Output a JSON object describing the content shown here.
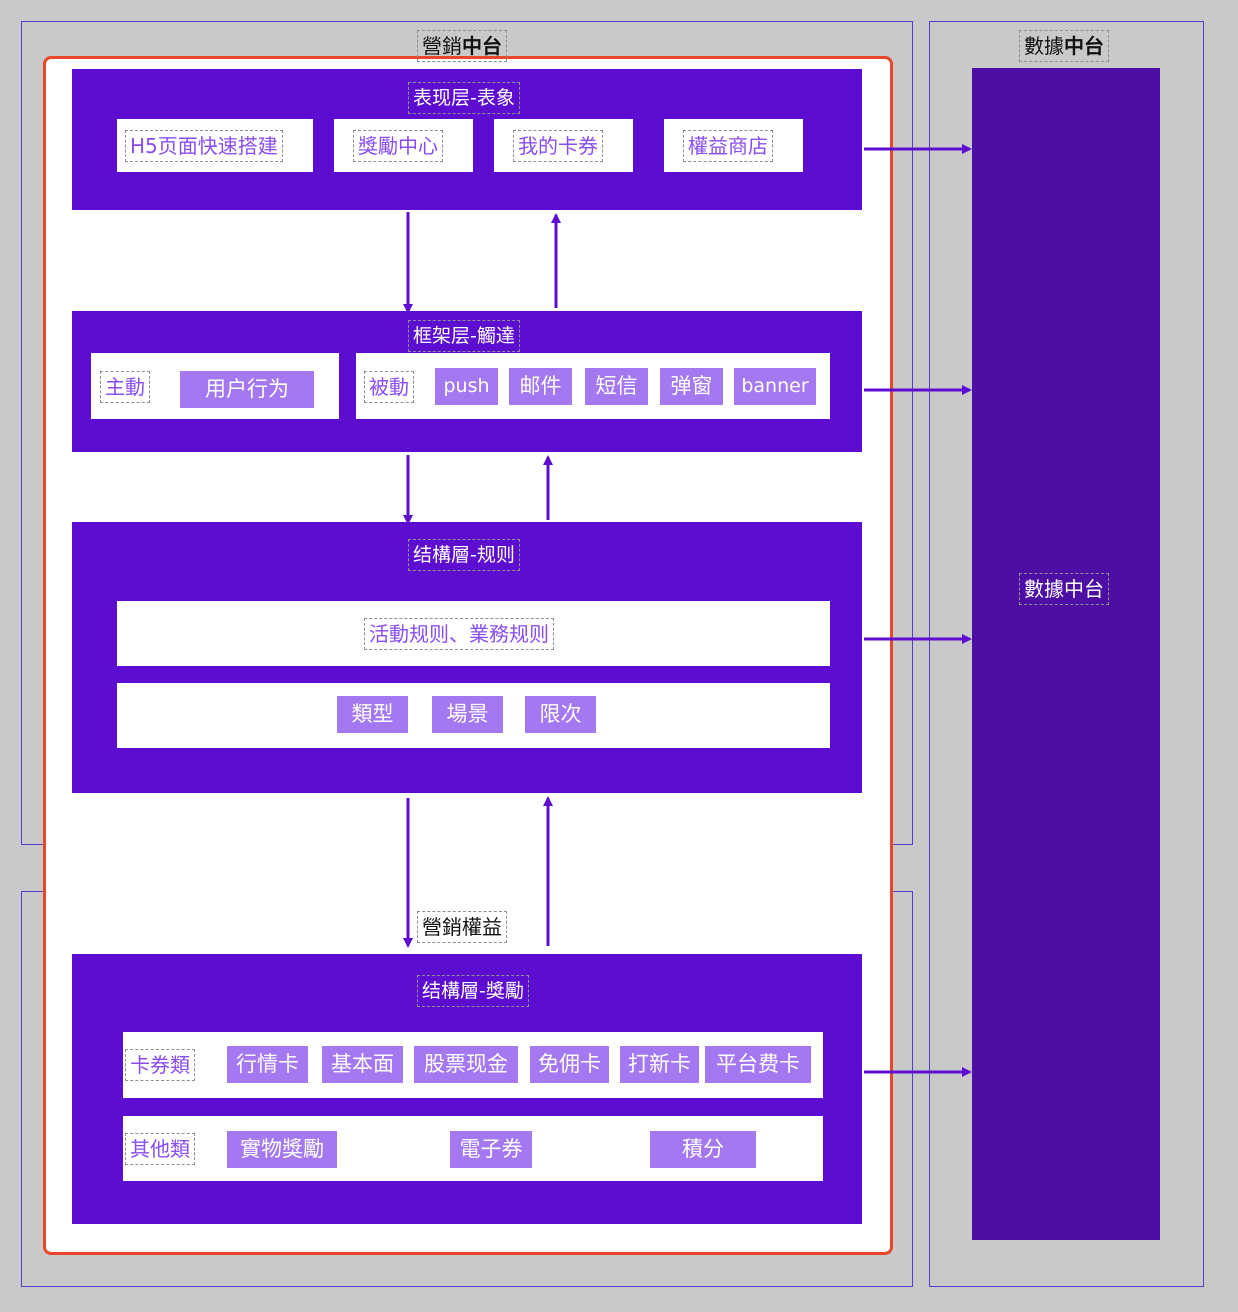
{
  "colors": {
    "background": "#c9c9c9",
    "band": "#5d0dcf",
    "data_band": "#4c0ea3",
    "chip": "#a478f0",
    "frame_highlight": "#e8472b",
    "arrow": "#5d0dcf"
  },
  "marketing_platform": {
    "title_part1": "營銷",
    "title_part2": "中台"
  },
  "data_platform": {
    "title_part1": "數據",
    "title_part2": "中台",
    "center_label": "數據中台"
  },
  "presentation_layer": {
    "title": "表现层-表象",
    "items": [
      "H5页面快速搭建",
      "獎勵中心",
      "我的卡券",
      "權益商店"
    ]
  },
  "framework_layer": {
    "title": "框架层-觸達",
    "active_label": "主動",
    "active_items": [
      "用户行为"
    ],
    "passive_label": "被動",
    "passive_items": [
      "push",
      "邮件",
      "短信",
      "弹窗",
      "banner"
    ]
  },
  "structure_rules": {
    "title": "结構層-规则",
    "rules_label": "活動规则、業務规则",
    "items": [
      "類型",
      "場景",
      "限次"
    ]
  },
  "marketing_rights": {
    "title": "營銷權益"
  },
  "structure_rewards": {
    "title": "结構層-獎勵",
    "card_label": "卡券類",
    "card_items": [
      "行情卡",
      "基本面",
      "股票现金",
      "免佣卡",
      "打新卡",
      "平台费卡"
    ],
    "other_label": "其他類",
    "other_items": [
      "實物獎勵",
      "電子券",
      "積分"
    ]
  }
}
